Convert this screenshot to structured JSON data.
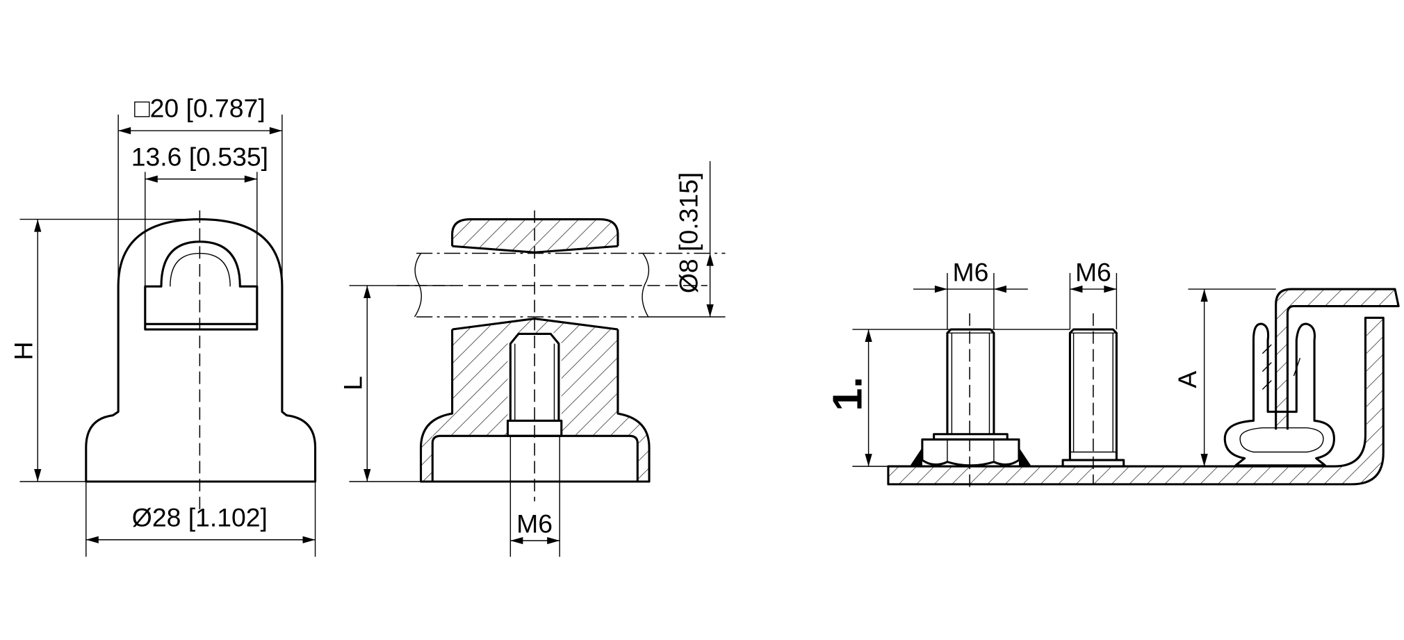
{
  "drawing": {
    "front_view": {
      "square_dim": "□20 [0.787]",
      "slot_dim": "13.6 [0.535]",
      "height_label": "H",
      "base_dim": "Ø28 [1.102]"
    },
    "section_view": {
      "panel_dim": "Ø8 [0.315]",
      "length_label": "L",
      "thread_dim": "M6"
    },
    "mounting_view": {
      "stud_nut_thread": "M6",
      "stud_thread": "M6",
      "step_label": "1.",
      "height_label": "A"
    }
  }
}
